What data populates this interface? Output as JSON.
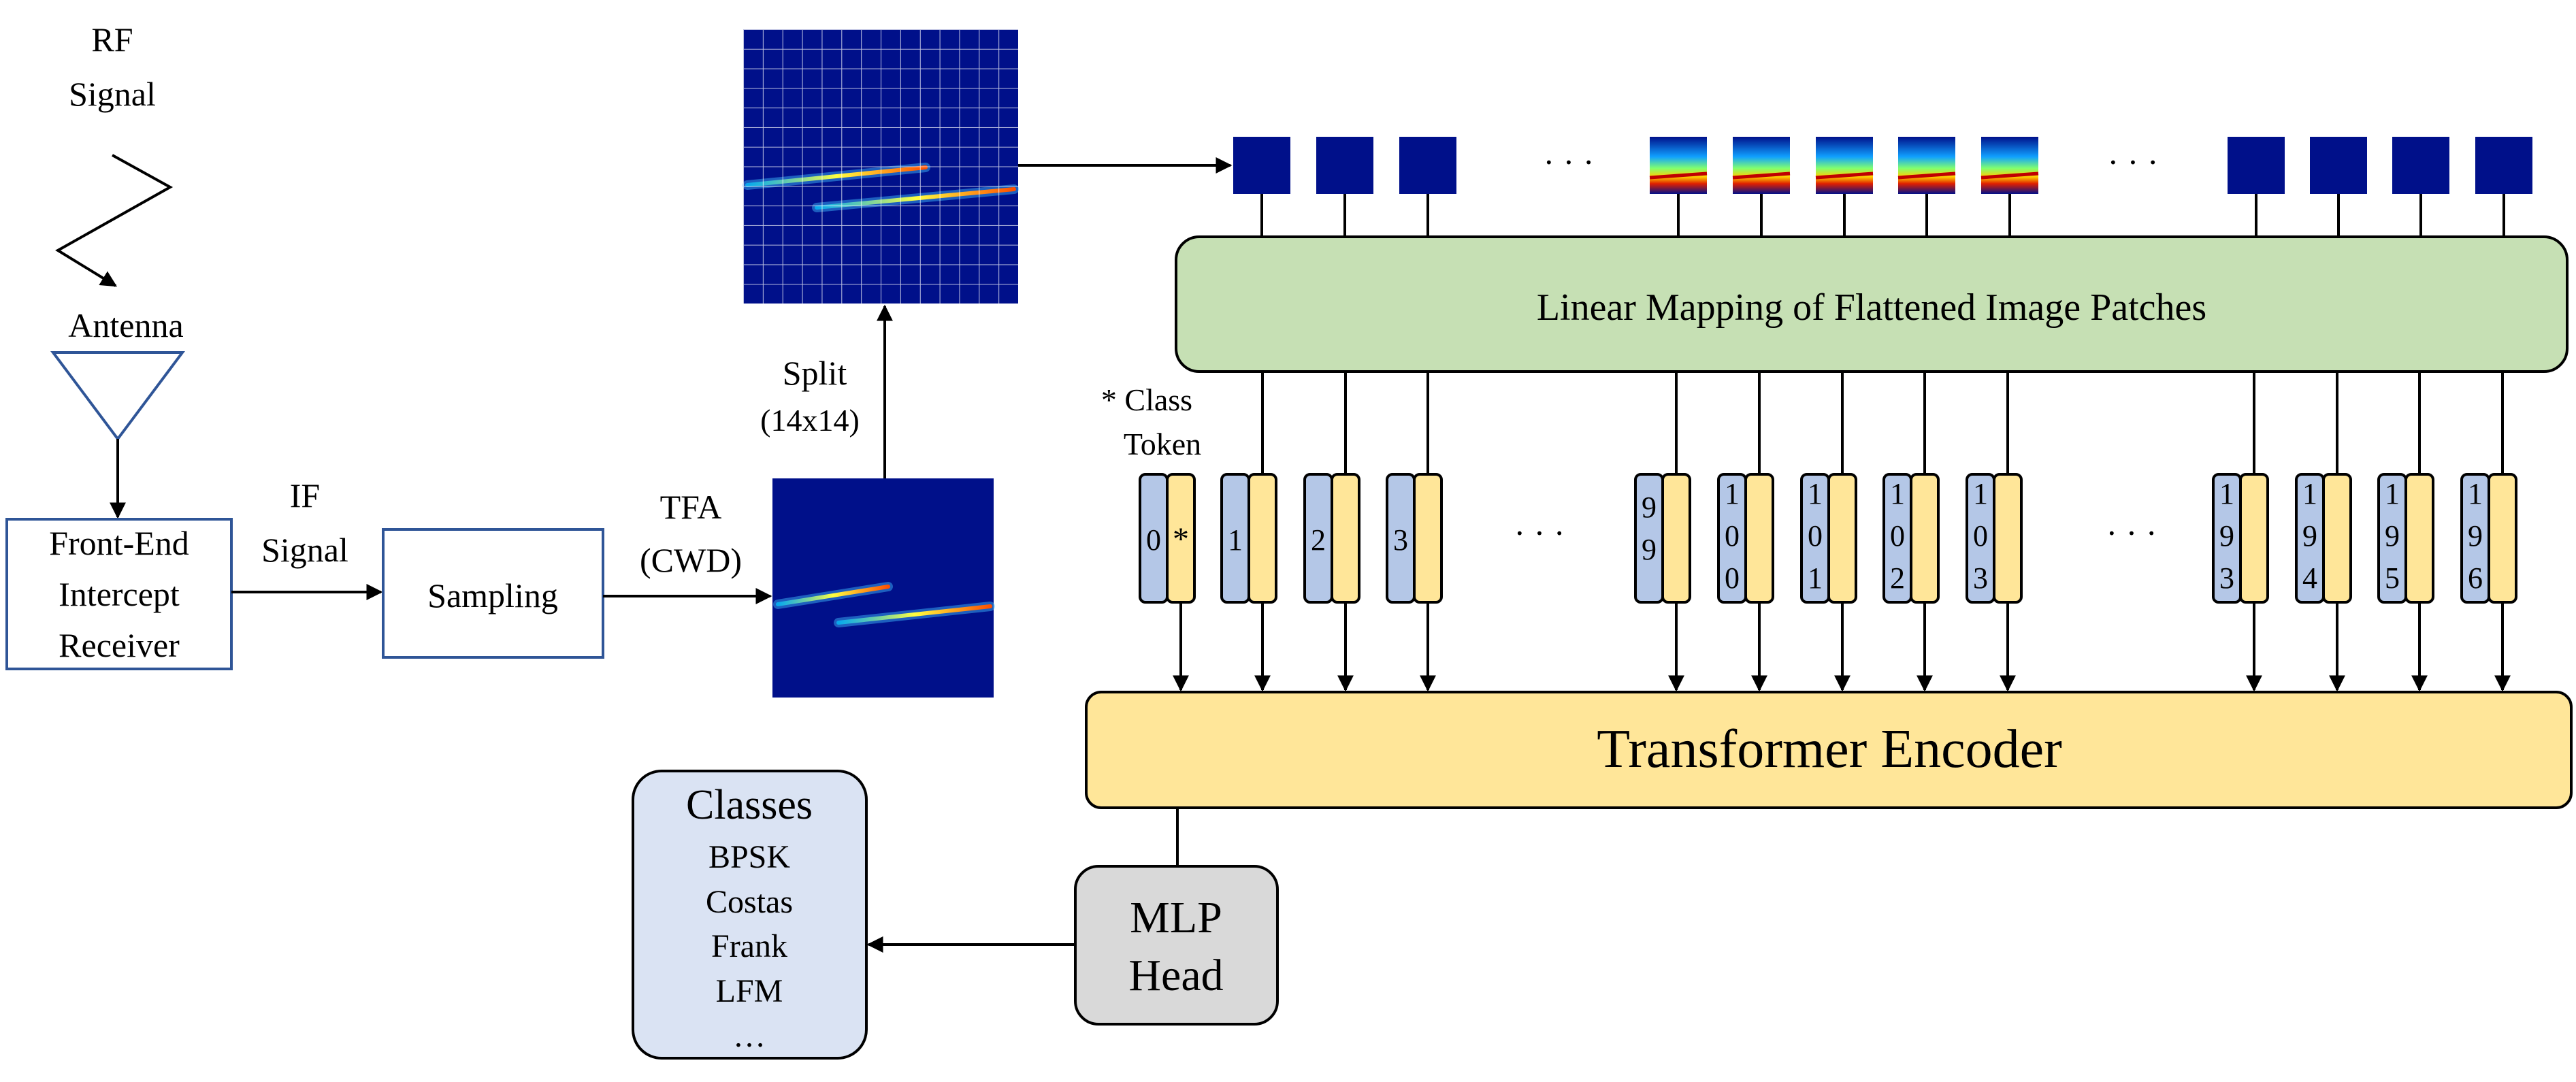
{
  "colors": {
    "spectrogram_bg": "#00108a",
    "patch_mapping_fill": "#c6e0b4",
    "encoder_fill": "#ffe699",
    "mlp_fill": "#d9d9d9",
    "classes_fill": "#dae3f3",
    "token_blue": "#b4c7e7",
    "token_yellow": "#ffe699",
    "receiver_stroke": "#2f5597"
  },
  "rf_chain": {
    "rf_signal": [
      "RF",
      "Signal"
    ],
    "antenna": "Antenna",
    "receiver": [
      "Front-End",
      "Intercept",
      "Receiver"
    ],
    "if_signal": [
      "IF",
      "Signal"
    ],
    "sampling": "Sampling",
    "tfa": [
      "TFA",
      "(CWD)"
    ],
    "split": [
      "Split",
      "(14x14)"
    ]
  },
  "patches": {
    "groups": [
      {
        "type": "blank",
        "count": 3
      },
      {
        "type": "ellipsis",
        "text": "· · ·"
      },
      {
        "type": "signal",
        "count": 5
      },
      {
        "type": "ellipsis",
        "text": "· · ·"
      },
      {
        "type": "blank",
        "count": 4
      }
    ]
  },
  "linear_mapping_label": "Linear Mapping of Flattened Image Patches",
  "class_token_label": [
    "* Class",
    "Token"
  ],
  "tokens": {
    "class_token": {
      "position": "0",
      "content": "*"
    },
    "group_1": [
      [
        "1"
      ],
      [
        "2"
      ],
      [
        "3"
      ]
    ],
    "ellipsis_1": "· · ·",
    "group_2": [
      [
        "9",
        "9"
      ],
      [
        "1",
        "0",
        "0"
      ],
      [
        "1",
        "0",
        "1"
      ],
      [
        "1",
        "0",
        "2"
      ],
      [
        "1",
        "0",
        "3"
      ]
    ],
    "ellipsis_2": "· · ·",
    "group_3": [
      [
        "1",
        "9",
        "3"
      ],
      [
        "1",
        "9",
        "4"
      ],
      [
        "1",
        "9",
        "5"
      ],
      [
        "1",
        "9",
        "6"
      ]
    ]
  },
  "transformer_encoder_label": "Transformer Encoder",
  "mlp_head": [
    "MLP",
    "Head"
  ],
  "classes": {
    "title": "Classes",
    "items": [
      "BPSK",
      "Costas",
      "Frank",
      "LFM",
      "…"
    ]
  }
}
